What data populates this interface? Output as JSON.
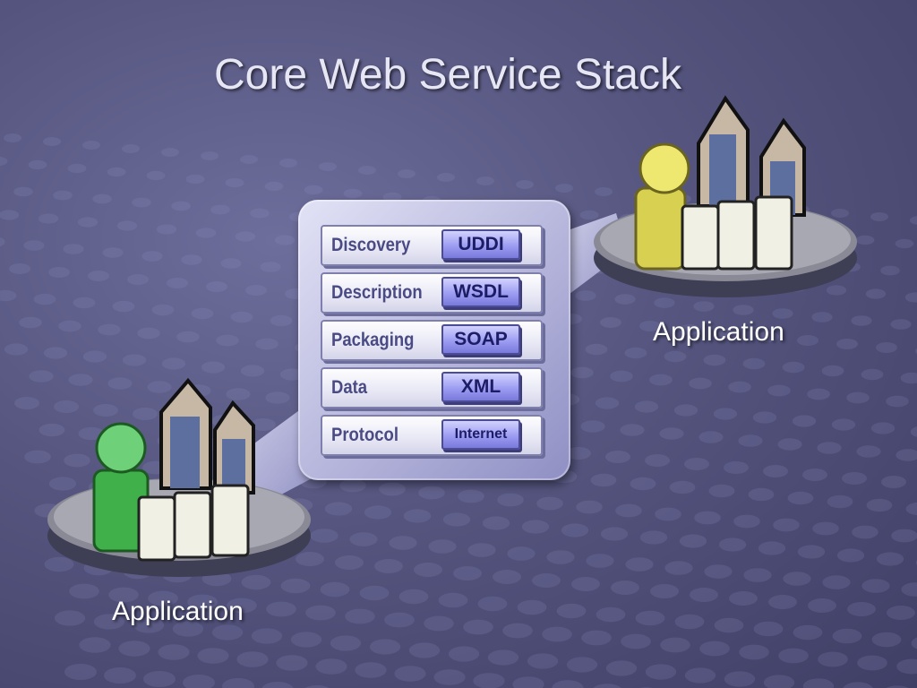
{
  "slide": {
    "title": "Core Web Service Stack"
  },
  "stack": {
    "layers": [
      {
        "name": "Discovery",
        "tag": "UDDI"
      },
      {
        "name": "Description",
        "tag": "WSDL"
      },
      {
        "name": "Packaging",
        "tag": "SOAP"
      },
      {
        "name": "Data",
        "tag": "XML"
      },
      {
        "name": "Protocol",
        "tag": "Internet"
      }
    ]
  },
  "nodes": {
    "top_right": {
      "label": "Application",
      "person_color": "#e8e060"
    },
    "bottom_left": {
      "label": "Application",
      "person_color": "#58c060"
    }
  },
  "colors": {
    "background": "#55557f",
    "panel": "#b9b9de",
    "tag": "#9c9cf2",
    "layer_text": "#4a4a84",
    "title": "#e6e6f4"
  },
  "icons": [
    "person-icon",
    "office-building-icon",
    "server-icon",
    "platform-disc"
  ]
}
